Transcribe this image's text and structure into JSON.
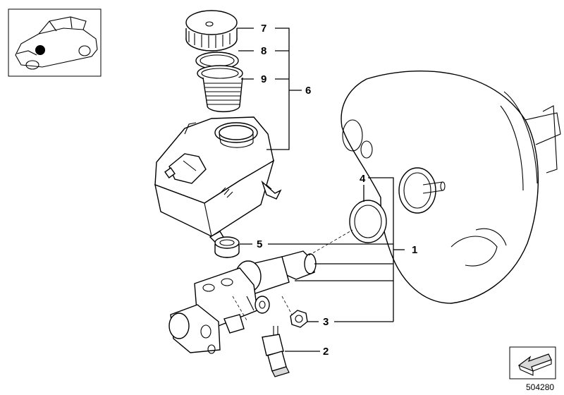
{
  "diagram": {
    "reference_number": "504280",
    "callouts": [
      {
        "id": "1",
        "label": "1"
      },
      {
        "id": "2",
        "label": "2"
      },
      {
        "id": "3",
        "label": "3"
      },
      {
        "id": "4",
        "label": "4"
      },
      {
        "id": "5",
        "label": "5"
      },
      {
        "id": "6",
        "label": "6"
      },
      {
        "id": "7",
        "label": "7"
      },
      {
        "id": "8",
        "label": "8"
      },
      {
        "id": "9",
        "label": "9"
      }
    ],
    "icons": [
      "car-locator-icon",
      "navigation-arrow-icon"
    ]
  }
}
